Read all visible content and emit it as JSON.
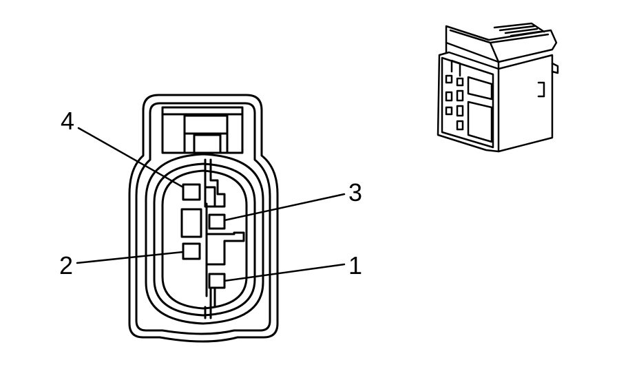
{
  "diagram": {
    "colors": {
      "line": "#000000",
      "background": "#ffffff"
    },
    "callouts": [
      {
        "pin": "1",
        "label": "1"
      },
      {
        "pin": "2",
        "label": "2"
      },
      {
        "pin": "3",
        "label": "3"
      },
      {
        "pin": "4",
        "label": "4"
      }
    ]
  }
}
